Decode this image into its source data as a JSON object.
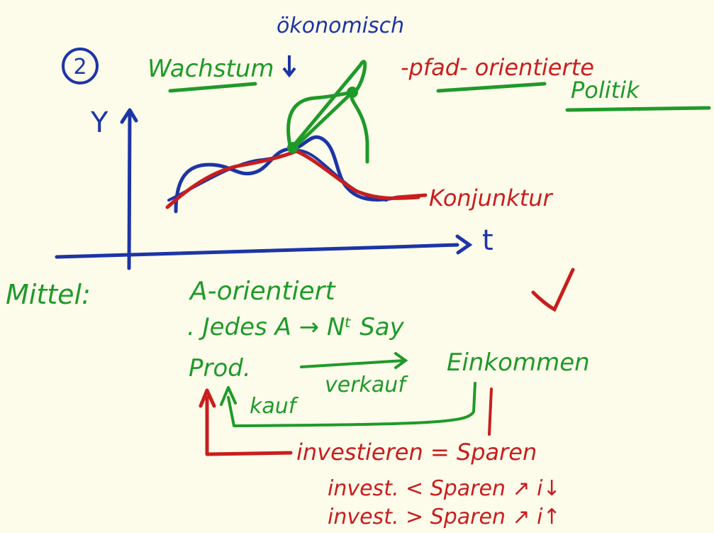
{
  "colors": {
    "background": "#fdfbea",
    "blue": "#1c35a6",
    "green": "#1f9a2a",
    "red": "#c81e1e"
  },
  "heading": {
    "number": "2",
    "wachstum": "Wachstum",
    "oekonomisch": "ökonomisch",
    "pfad": "-pfad- orientierte",
    "politik": "Politik"
  },
  "chart": {
    "y_label": "Y",
    "t_label": "t",
    "konjunktur": "Konjunktur"
  },
  "notes": {
    "mittel": "Mittel:",
    "a_orientiert": "A-orientiert",
    "jedes": ". Jedes A → Nᵗ Say",
    "prod": "Prod.",
    "verkauf": "verkauf",
    "einkommen": "Einkommen",
    "kauf": "kauf",
    "investieren": "investieren = Sparen",
    "invest_less": "invest. < Sparen ↗ i↓",
    "invest_more": "invest. > Sparen ↗ i↑"
  }
}
